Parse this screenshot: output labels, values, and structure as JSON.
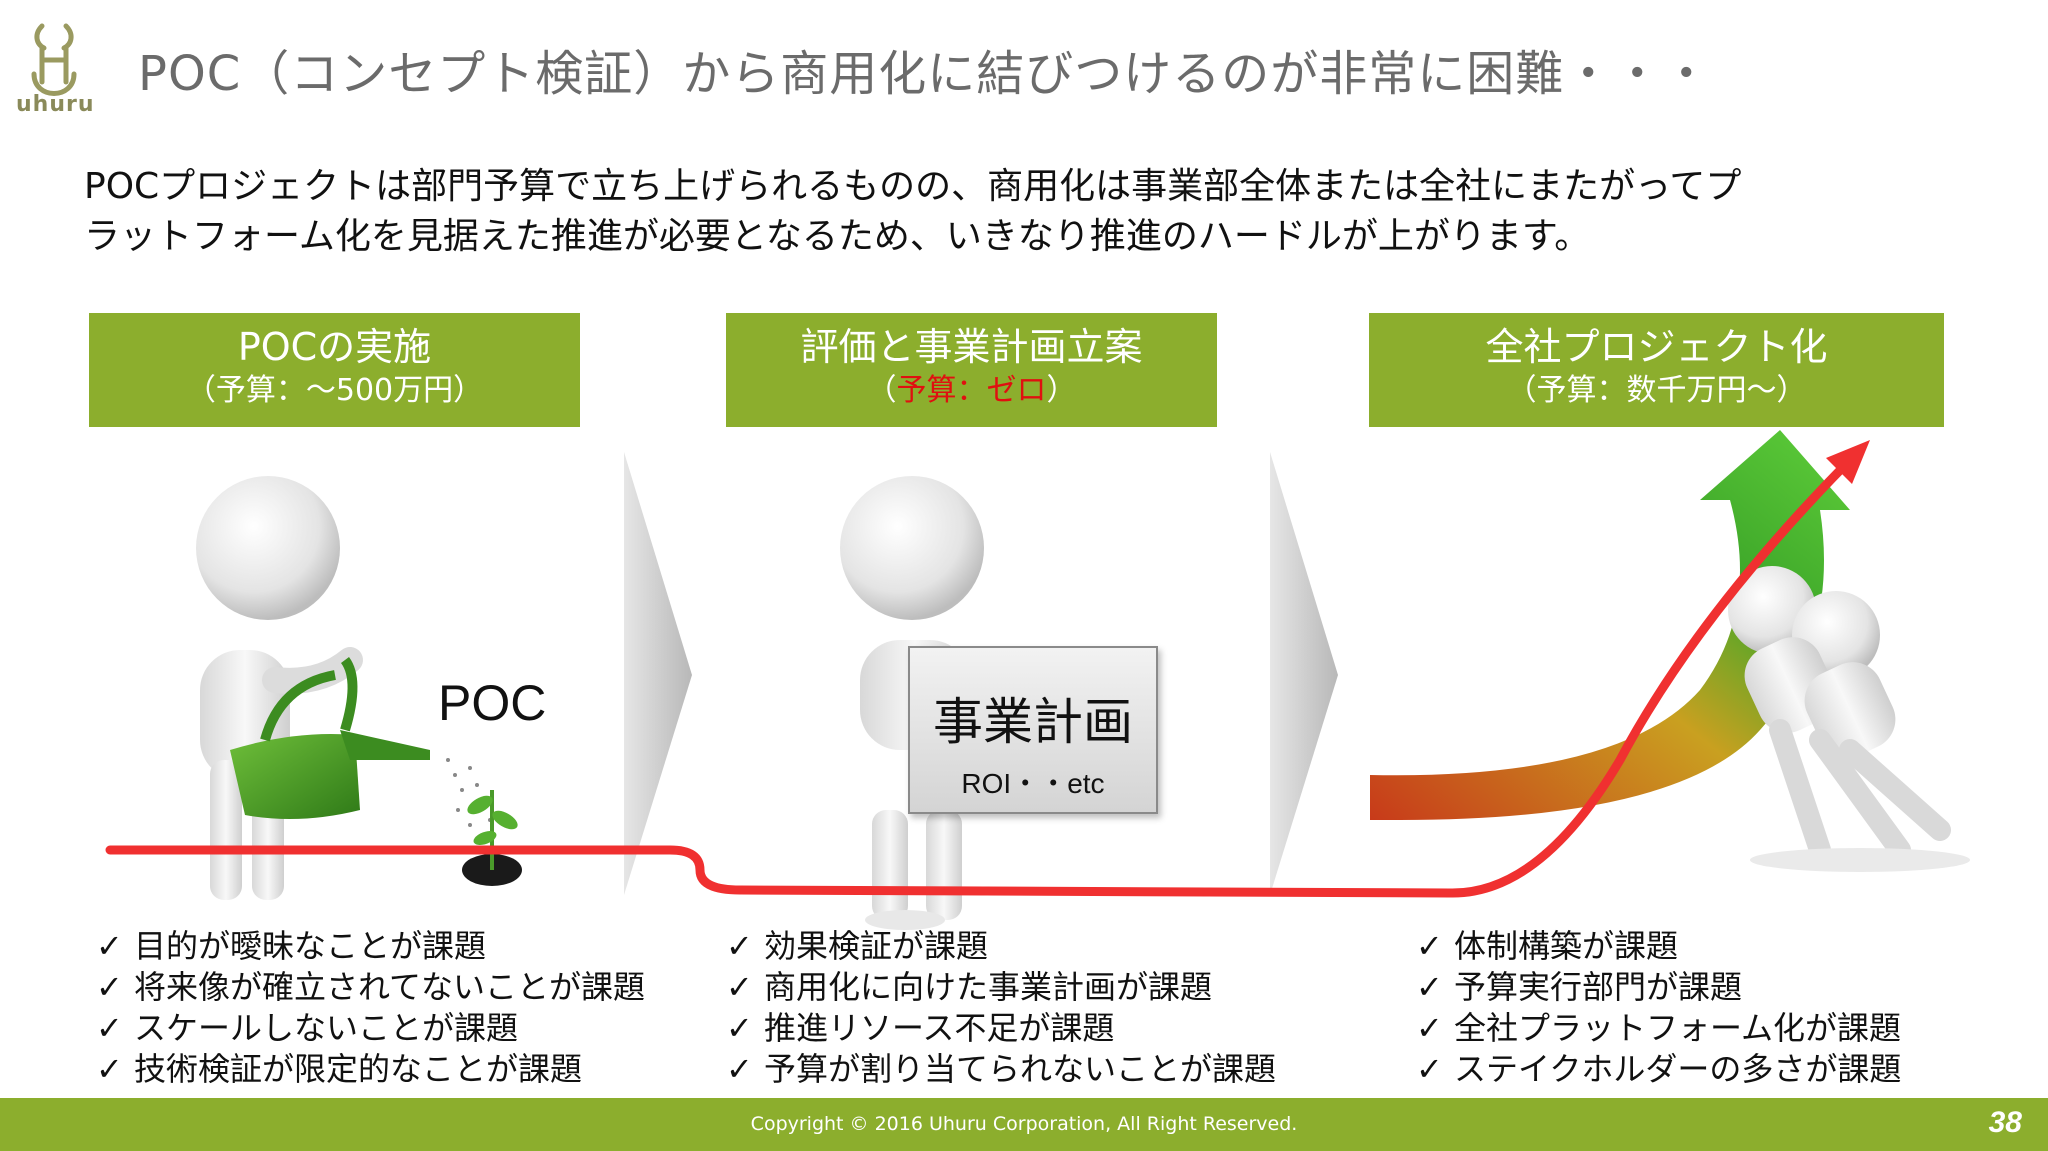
{
  "logo": {
    "text": "uhuru"
  },
  "title": "POC（コンセプト検証）から商用化に結びつけるのが非常に困難・・・",
  "intro": {
    "line1": "POCプロジェクトは部門予算で立ち上げられるものの、商用化は事業部全体または全社にまたがってプ",
    "line2": "ラットフォーム化を見据えた推進が必要となるため、いきなり推進のハードルが上がります。"
  },
  "phases": [
    {
      "title": "POCの実施",
      "budget": "（予算：～500万円）",
      "issues": [
        "目的が曖昧なことが課題",
        "将来像が確立されてないことが課題",
        "スケールしないことが課題",
        "技術検証が限定的なことが課題"
      ]
    },
    {
      "title": "評価と事業計画立案",
      "budget_open": "（",
      "budget_red": "予算：ゼロ",
      "budget_close": "）",
      "issues": [
        "効果検証が課題",
        "商用化に向けた事業計画が課題",
        "推進リソース不足が課題",
        "予算が割り当てられないことが課題"
      ]
    },
    {
      "title": "全社プロジェクト化",
      "budget": "（予算：数千万円～）",
      "issues": [
        "体制構築が課題",
        "予算実行部門が課題",
        "全社プラットフォーム化が課題",
        "ステイクホルダーの多さが課題"
      ]
    }
  ],
  "check_mark": "✓",
  "figure": {
    "poc_label": "POC",
    "board_title": "事業計画",
    "board_sub": "ROI・・etc"
  },
  "colors": {
    "accent_green": "#8cae2d",
    "red_line": "#f03030",
    "budget_red": "#e01010"
  },
  "footer": {
    "copyright": "Copyright © 2016 Uhuru Corporation, All Right Reserved.",
    "page_number": "38"
  }
}
